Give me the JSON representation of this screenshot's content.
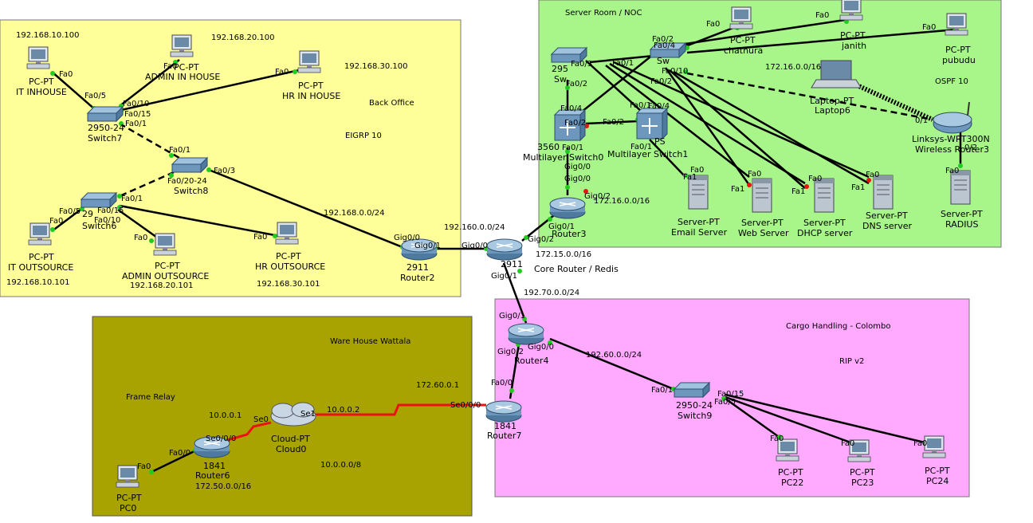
{
  "areas": {
    "back_office": {
      "title": "Back Office",
      "protocol": "EIGRP 10",
      "color": "#ffff99"
    },
    "server_room": {
      "title": "Server Room / NOC",
      "protocol": "OSPF 10",
      "color": "#a8f589"
    },
    "warehouse": {
      "title": "Ware House Wattala",
      "protocol": "Frame Relay",
      "color": "#a8a300"
    },
    "cargo": {
      "title": "Cargo Handling - Colombo",
      "protocol": "RIP v2",
      "color": "#ffaaff"
    }
  },
  "devices": {
    "pc_it_inhouse": {
      "type": "PC-PT",
      "name": "IT INHOUSE"
    },
    "pc_admin_inhouse": {
      "type": "PC-PT",
      "name": "ADMIN IN HOUSE"
    },
    "pc_hr_inhouse": {
      "type": "PC-PT",
      "name": "HR IN HOUSE"
    },
    "switch7": {
      "model": "2950-24",
      "name": "Switch7"
    },
    "switch8": {
      "model": "",
      "name": "Switch8"
    },
    "switch6": {
      "model": "29",
      "name": "Switch6"
    },
    "pc_it_outsource": {
      "type": "PC-PT",
      "name": "IT OUTSOURCE"
    },
    "pc_admin_outsource": {
      "type": "PC-PT",
      "name": "ADMIN OUTSOURCE"
    },
    "pc_hr_outsource": {
      "type": "PC-PT",
      "name": "HR OUTSOURCE"
    },
    "router2": {
      "model": "2911",
      "name": "Router2"
    },
    "core_router": {
      "model": "2911",
      "name": "Core Router / Redis"
    },
    "router3": {
      "model": "",
      "name": "Router3"
    },
    "router4": {
      "model": "",
      "name": "Router4"
    },
    "router7": {
      "model": "1841",
      "name": "Router7"
    },
    "router6": {
      "model": "1841",
      "name": "Router6"
    },
    "cloud0": {
      "type": "Cloud-PT",
      "name": "Cloud0"
    },
    "pc0": {
      "type": "PC-PT",
      "name": "PC0"
    },
    "switch9": {
      "model": "2950-24",
      "name": "Switch9"
    },
    "pc22": {
      "type": "PC-PT",
      "name": "PC22"
    },
    "pc23": {
      "type": "PC-PT",
      "name": "PC23"
    },
    "pc24": {
      "type": "PC-PT",
      "name": "PC24"
    },
    "ml_switch0": {
      "model": "3560",
      "name": "Multilayer Switch0"
    },
    "ml_switch1": {
      "model": "PS",
      "name": "Multilayer Switch1"
    },
    "sw_noc_left": {
      "model": "295",
      "name": "Sw"
    },
    "sw_noc_top": {
      "model": "",
      "name": "Sw"
    },
    "pc_chathura": {
      "type": "PC-PT",
      "name": "chathura"
    },
    "pc_janith": {
      "type": "PC-PT",
      "name": "janith"
    },
    "pc_pubudu": {
      "type": "PC-PT",
      "name": "pubudu"
    },
    "laptop6": {
      "type": "Laptop-PT",
      "name": "Laptop6"
    },
    "wireless_router3": {
      "type": "Linksys-WRT300N",
      "name": "Wireless Router3"
    },
    "srv_email": {
      "type": "Server-PT",
      "name": "Email Server"
    },
    "srv_web": {
      "type": "Server-PT",
      "name": "Web Server"
    },
    "srv_dhcp": {
      "type": "Server-PT",
      "name": "DHCP server"
    },
    "srv_dns": {
      "type": "Server-PT",
      "name": "DNS server"
    },
    "srv_radius": {
      "type": "Server-PT",
      "name": "RADIUS"
    }
  },
  "networks": {
    "n_192_168_10_100": "192.168.10.100",
    "n_192_168_20_100": "192.168.20.100",
    "n_192_168_30_100": "192.168.30.100",
    "n_192_168_10_101": "192.168.10.101",
    "n_192_168_20_101": "192.168.20.101",
    "n_192_168_30_101": "192.168.30.101",
    "n_192_168_0_0": "192.168.0.0/24",
    "n_192_160_0_0": "192.160.0.0/24",
    "n_172_15_0_0": "172.15.0.0/16",
    "n_172_16_0_0_lnk": "172.16.0.0/16",
    "n_172_16_0_0": "172.16.0.0/16",
    "n_192_70_0_0": "192.70.0.0/24",
    "n_192_60_0_0": "192.60.0.0/24",
    "n_172_60_0_1": "172.60.0.1",
    "n_10_0_0_1": "10.0.0.1",
    "n_10_0_0_2": "10.0.0.2",
    "n_10_0_0_0": "10.0.0.0/8",
    "n_172_50_0_0": "172.50.0.0/16"
  },
  "ports": {
    "p_it_fa0": "Fa0",
    "p_sw7_fa0_5": "Fa0/5",
    "p_sw7_fa0_10": "Fa0/10",
    "p_sw7_fa0_15": "Fa0/15",
    "p_sw7_fa0_1": "Fa0/1",
    "p_admin_fa0": "Fa0",
    "p_hr_fa0": "Fa0",
    "p_sw8_fa0_1": "Fa0/1",
    "p_sw8_fa0_3": "Fa0/3",
    "p_sw8_fa0_20_24": "Fa0/20-24",
    "p_sw6_fa0_1": "Fa0/1",
    "p_sw6_fa0_5": "Fa0/5",
    "p_sw6_fa0_15": "Fa0/15",
    "p_sw6_fa0_10": "Fa0/10",
    "p_itout_fa0": "Fa0",
    "p_adminout_fa0": "Fa0",
    "p_hrout_fa0": "Fa0",
    "p_r2_gig0_0": "Gig0/0",
    "p_r2_gig0_1": "Gig0/1",
    "p_core_gig0_0": "Gig0/0",
    "p_core_gig0_2": "Gig0/2",
    "p_core_gig0_1": "Gig0/1",
    "p_r3_gig0_1": "Gig0/1",
    "p_r3_gig0_0": "Gig0/0",
    "p_r3_gig0_2": "Gig0/2",
    "p_r4_gig0_1": "Gig0/1",
    "p_r4_gig0_0": "Gig0/0",
    "p_r4_gig0_2": "Gig0/2",
    "p_r7_fa0_0": "Fa0/0",
    "p_r7_se0_0_0": "Se0/0/0",
    "p_sw9_fa0_1": "Fa0/1",
    "p_sw9_fa0_15": "Fa0/15",
    "p_sw9_fa0_5": "Fa0/5",
    "p_pc22_fa0": "Fa0",
    "p_pc23_fa0": "Fa0",
    "p_pc24_fa0": "Fa0",
    "p_cloud_se0": "Se0",
    "p_cloud_se1": "Se1",
    "p_r6_se0_0_0": "Se0/0/0",
    "p_r6_fa0_0": "Fa0/0",
    "p_pc0_fa0": "Fa0",
    "p_ml0_fa0_4": "Fa0/4",
    "p_ml0_fa0_2": "Fa0/2",
    "p_ml0_fa0_1": "Fa0/1",
    "p_ml0_gig0_0": "Gig0/0",
    "p_ml1_fa0_2": "Fa0/2",
    "p_ml1_fa0_4": "Fa0/4",
    "p_ml1_fa0_1": "Fa0/1",
    "p_swl_fa0_3": "Fa0/3",
    "p_swl_fa0_1": "Fa0/1",
    "p_swl_fa0_2": "Fa0/2",
    "p_swt_fa0_2": "Fa0/2",
    "p_swt_fa0_4": "Fa0/4",
    "p_swt_fa0_1": "Fa0/1",
    "p_swt_fa0_10": "Fa0/10",
    "p_swt_fa0_2b": "Fa0/2",
    "p_chathura_fa0": "Fa0",
    "p_janith_fa0": "Fa0",
    "p_pubudu_fa0": "Fa0",
    "p_wr_0_1": "0/1",
    "p_wr_0_2": "0/2",
    "p_email_fa0": "Fa0",
    "p_web_fa0": "Fa0",
    "p_web_fa1": "Fa1",
    "p_dhcp_fa0": "Fa0",
    "p_dhcp_fa1": "Fa1",
    "p_dns_fa0": "Fa0",
    "p_dns_fa1": "Fa1",
    "p_radius_fa0": "Fa0",
    "p_ml1_fa1": "Fa1"
  }
}
